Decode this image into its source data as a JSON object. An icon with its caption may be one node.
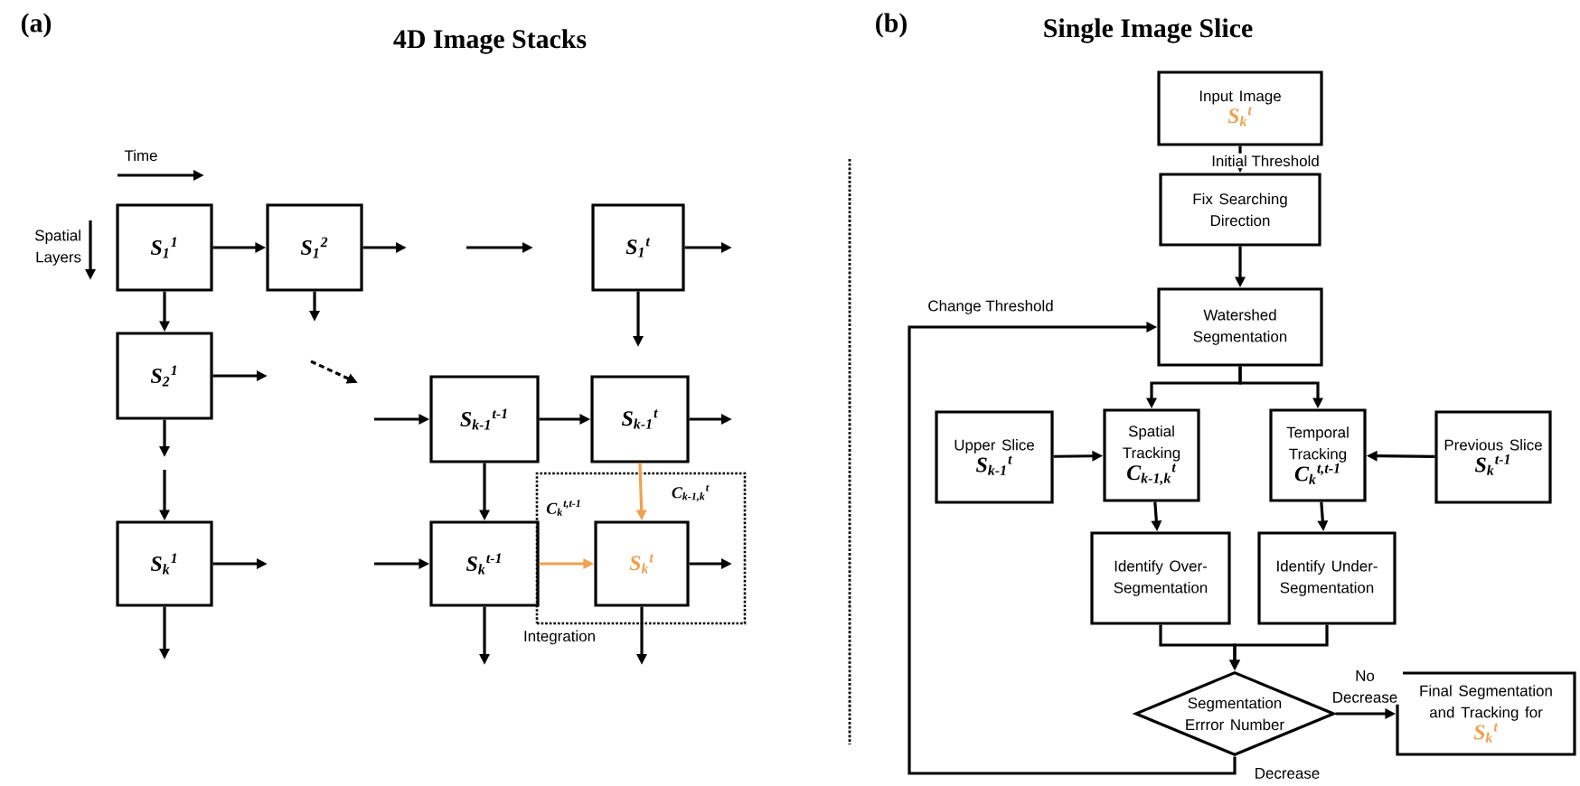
{
  "diagram": {
    "nodes": [
      {
        "text": [
          "S$_{1}$$^{1}$"
        ]
      },
      {
        "text": [
          "S$_{1}$$^{2}$"
        ]
      },
      {
        "text": [
          "S$_{1}$$^{t}$"
        ]
      },
      {
        "text": [
          "S$_{2}$$^{1}$"
        ]
      },
      {
        "text": [
          "S$_{k-1}$$^{t-1}$"
        ]
      },
      {
        "text": [
          "S$_{k-1}$$^{t}$"
        ]
      },
      {
        "text": [
          "S$_{k}$$^{1}$"
        ]
      },
      {
        "text": [
          "S$_{k}$$^{t-1}$"
        ]
      },
      {
        "text": [
          "Integration"
        ]
      },
      {
        "text": [
          "S$_{k}$$^{t}$"
        ],
        "in": 8
      },
      {
        "text": [
          "Input Image",
          "S$_{k}$$^{t}$"
        ]
      },
      {
        "text": [
          "Fix Searching Direction"
        ]
      },
      {
        "text": [
          "Watershed Segmentation"
        ]
      },
      {
        "text": [
          "Upper Slice",
          "S$_{k-1}$$^{t}$"
        ]
      },
      {
        "text": [
          "Spatial Tracking",
          "C$_{k-1,k}$$^{t}$"
        ]
      },
      {
        "text": [
          "Temporal Tracking",
          "C$_{k}$$^{t,t-1}$"
        ]
      },
      {
        "text": [
          "Previous Slice",
          "S$_{k}$$^{t-1}$"
        ]
      },
      {
        "text": [
          "Identify Over-Segmentation"
        ]
      },
      {
        "text": [
          "Identify Under-Segmentation"
        ]
      },
      {
        "text": [
          "Segmentation Errror Number"
        ]
      },
      {
        "text": [
          "Final Segmentation and Tracking for",
          "S$_{k}$$^{t}$"
        ]
      }
    ],
    "edges": [
      {
        "from": 0,
        "to": 1,
        "arrow": "to"
      },
      {
        "from": 1,
        "to": null,
        "arrow": "to"
      },
      {
        "from": 1,
        "to": null,
        "arrow": "to"
      },
      {
        "from": 2,
        "to": null,
        "arrow": "to"
      },
      {
        "from": 2,
        "to": null,
        "arrow": "to"
      },
      {
        "from": 0,
        "to": 3,
        "arrow": "to"
      },
      {
        "from": 3,
        "to": null,
        "arrow": "to"
      },
      {
        "from": 3,
        "to": null,
        "arrow": "to"
      },
      {
        "from": null,
        "to": 6,
        "arrow": "to"
      },
      {
        "from": 6,
        "to": null,
        "arrow": "to"
      },
      {
        "from": 6,
        "to": null,
        "arrow": "to"
      },
      {
        "from": null,
        "to": 4,
        "arrow": "to"
      },
      {
        "from": 4,
        "to": 5,
        "arrow": "to"
      },
      {
        "from": 5,
        "to": null,
        "arrow": "to"
      },
      {
        "from": 4,
        "to": 7,
        "arrow": "to"
      },
      {
        "from": null,
        "to": 7,
        "arrow": "to"
      },
      {
        "from": 7,
        "to": null,
        "arrow": "to"
      },
      {
        "from": 7,
        "to": 9,
        "arrow": "to",
        "label": "C$_{k}$$^{t,t-1}$",
        "color": "#f0a050"
      },
      {
        "from": 5,
        "to": 9,
        "arrow": "to",
        "label": "C$_{k-1,k}$$^{t}$",
        "color": "#f0a050"
      },
      {
        "from": 9,
        "to": null,
        "arrow": "to"
      },
      {
        "from": 9,
        "to": null,
        "arrow": "to"
      },
      {
        "from": 10,
        "to": 11,
        "arrow": "to",
        "label": "Initial Threshold"
      },
      {
        "from": 11,
        "to": 12,
        "arrow": "to"
      },
      {
        "from": 12,
        "to": 14,
        "arrow": "to"
      },
      {
        "from": 12,
        "to": 15,
        "arrow": "to"
      },
      {
        "from": 13,
        "to": 14,
        "arrow": "to"
      },
      {
        "from": 16,
        "to": 15,
        "arrow": "to"
      },
      {
        "from": 14,
        "to": 17,
        "arrow": "to"
      },
      {
        "from": 15,
        "to": 18,
        "arrow": "to"
      },
      {
        "from": 17,
        "to": 19,
        "arrow": "to"
      },
      {
        "from": 18,
        "to": 19,
        "arrow": "to"
      },
      {
        "from": 19,
        "to": 20,
        "arrow": "to",
        "label": "No Decrease"
      },
      {
        "from": 19,
        "to": 12,
        "arrow": "to",
        "label": "Decrease"
      }
    ],
    "labels": [
      "(a)",
      "4D Image Stacks",
      "Time",
      "Spatial Layers",
      "(b)",
      "Single Image Slice",
      "Change Threshold"
    ]
  }
}
